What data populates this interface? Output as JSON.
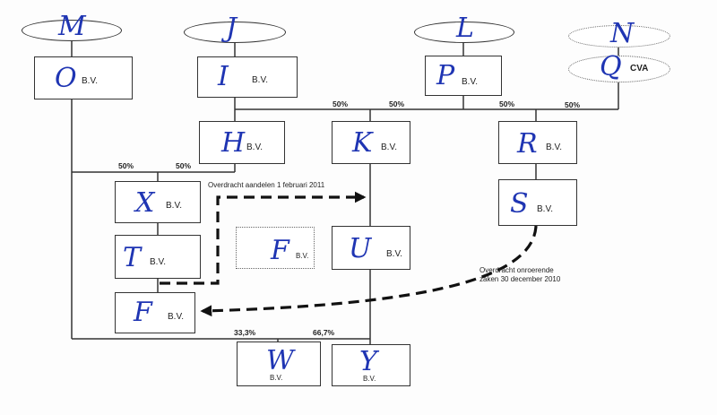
{
  "nodes": {
    "M": {
      "letter": "M"
    },
    "J": {
      "letter": "J"
    },
    "L": {
      "letter": "L"
    },
    "N": {
      "letter": "N"
    },
    "O": {
      "letter": "O",
      "suffix": "B.V."
    },
    "I": {
      "letter": "I",
      "suffix": "B.V."
    },
    "P": {
      "letter": "P",
      "suffix": "B.V."
    },
    "Q": {
      "letter": "Q",
      "suffix": "CVA"
    },
    "H": {
      "letter": "H",
      "suffix": "B.V."
    },
    "K": {
      "letter": "K",
      "suffix": "B.V."
    },
    "R": {
      "letter": "R",
      "suffix": "B.V."
    },
    "X": {
      "letter": "X",
      "suffix": "B.V."
    },
    "S": {
      "letter": "S",
      "suffix": "B.V."
    },
    "T": {
      "letter": "T",
      "suffix": "B.V."
    },
    "F_ghost": {
      "letter": "F",
      "suffix": "B.V."
    },
    "U": {
      "letter": "U",
      "suffix": "B.V."
    },
    "F": {
      "letter": "F",
      "suffix": "B.V."
    },
    "W": {
      "letter": "W",
      "suffix": "B.V."
    },
    "Y": {
      "letter": "Y",
      "suffix": "B.V."
    }
  },
  "percentages": {
    "i_to_k": "50%",
    "p_to_k": "50%",
    "p_to_r": "50%",
    "q_to_r": "50%",
    "o_to_x": "50%",
    "h_to_x": "50%",
    "f_to_y": "33,3%",
    "u_to_y": "66,7%"
  },
  "annotations": {
    "share_transfer": "Overdracht aandelen 1 februari 2011",
    "property_transfer_1": "Overdracht onroerende",
    "property_transfer_2": "zaken 30 december 2010"
  },
  "colors": {
    "handwriting": "#1f35b3",
    "lines": "#333333"
  }
}
